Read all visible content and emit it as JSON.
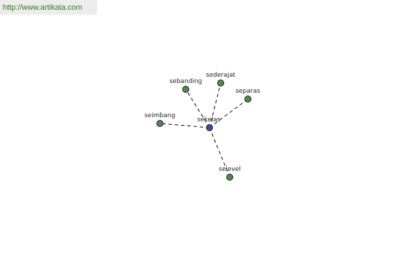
{
  "source": {
    "url_text": "http://www.artikata.com"
  },
  "colors": {
    "center_node": "#3a4f9a",
    "leaf_node": "#4f8a4a",
    "link_text": "#2f7a1f"
  },
  "graph": {
    "center": {
      "label": "sekelas"
    },
    "neighbors": [
      {
        "label": "sebanding"
      },
      {
        "label": "sederajat"
      },
      {
        "label": "separas"
      },
      {
        "label": "seimbang"
      },
      {
        "label": "selevel"
      }
    ]
  }
}
